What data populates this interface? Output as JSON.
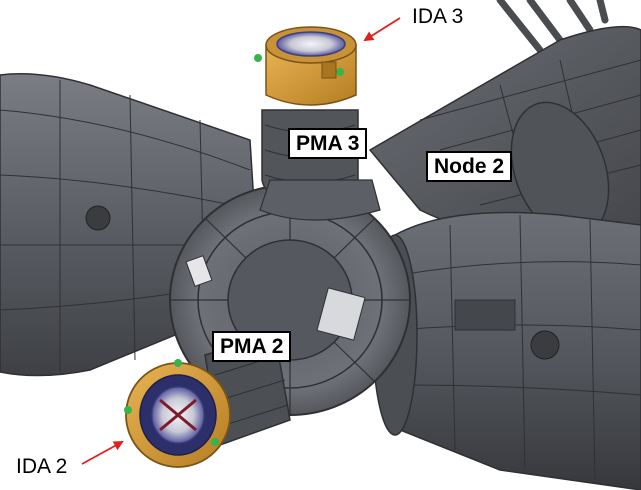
{
  "labels": {
    "pma3": "PMA 3",
    "node2": "Node 2",
    "pma2": "PMA 2",
    "ida3": "IDA 3",
    "ida2": "IDA 2"
  },
  "colors": {
    "module_gray": "#5d6066",
    "module_dark": "#3b3d42",
    "adapter_gold": "#d9a03a",
    "arrow_red": "#e0201a",
    "label_border": "#000000"
  }
}
